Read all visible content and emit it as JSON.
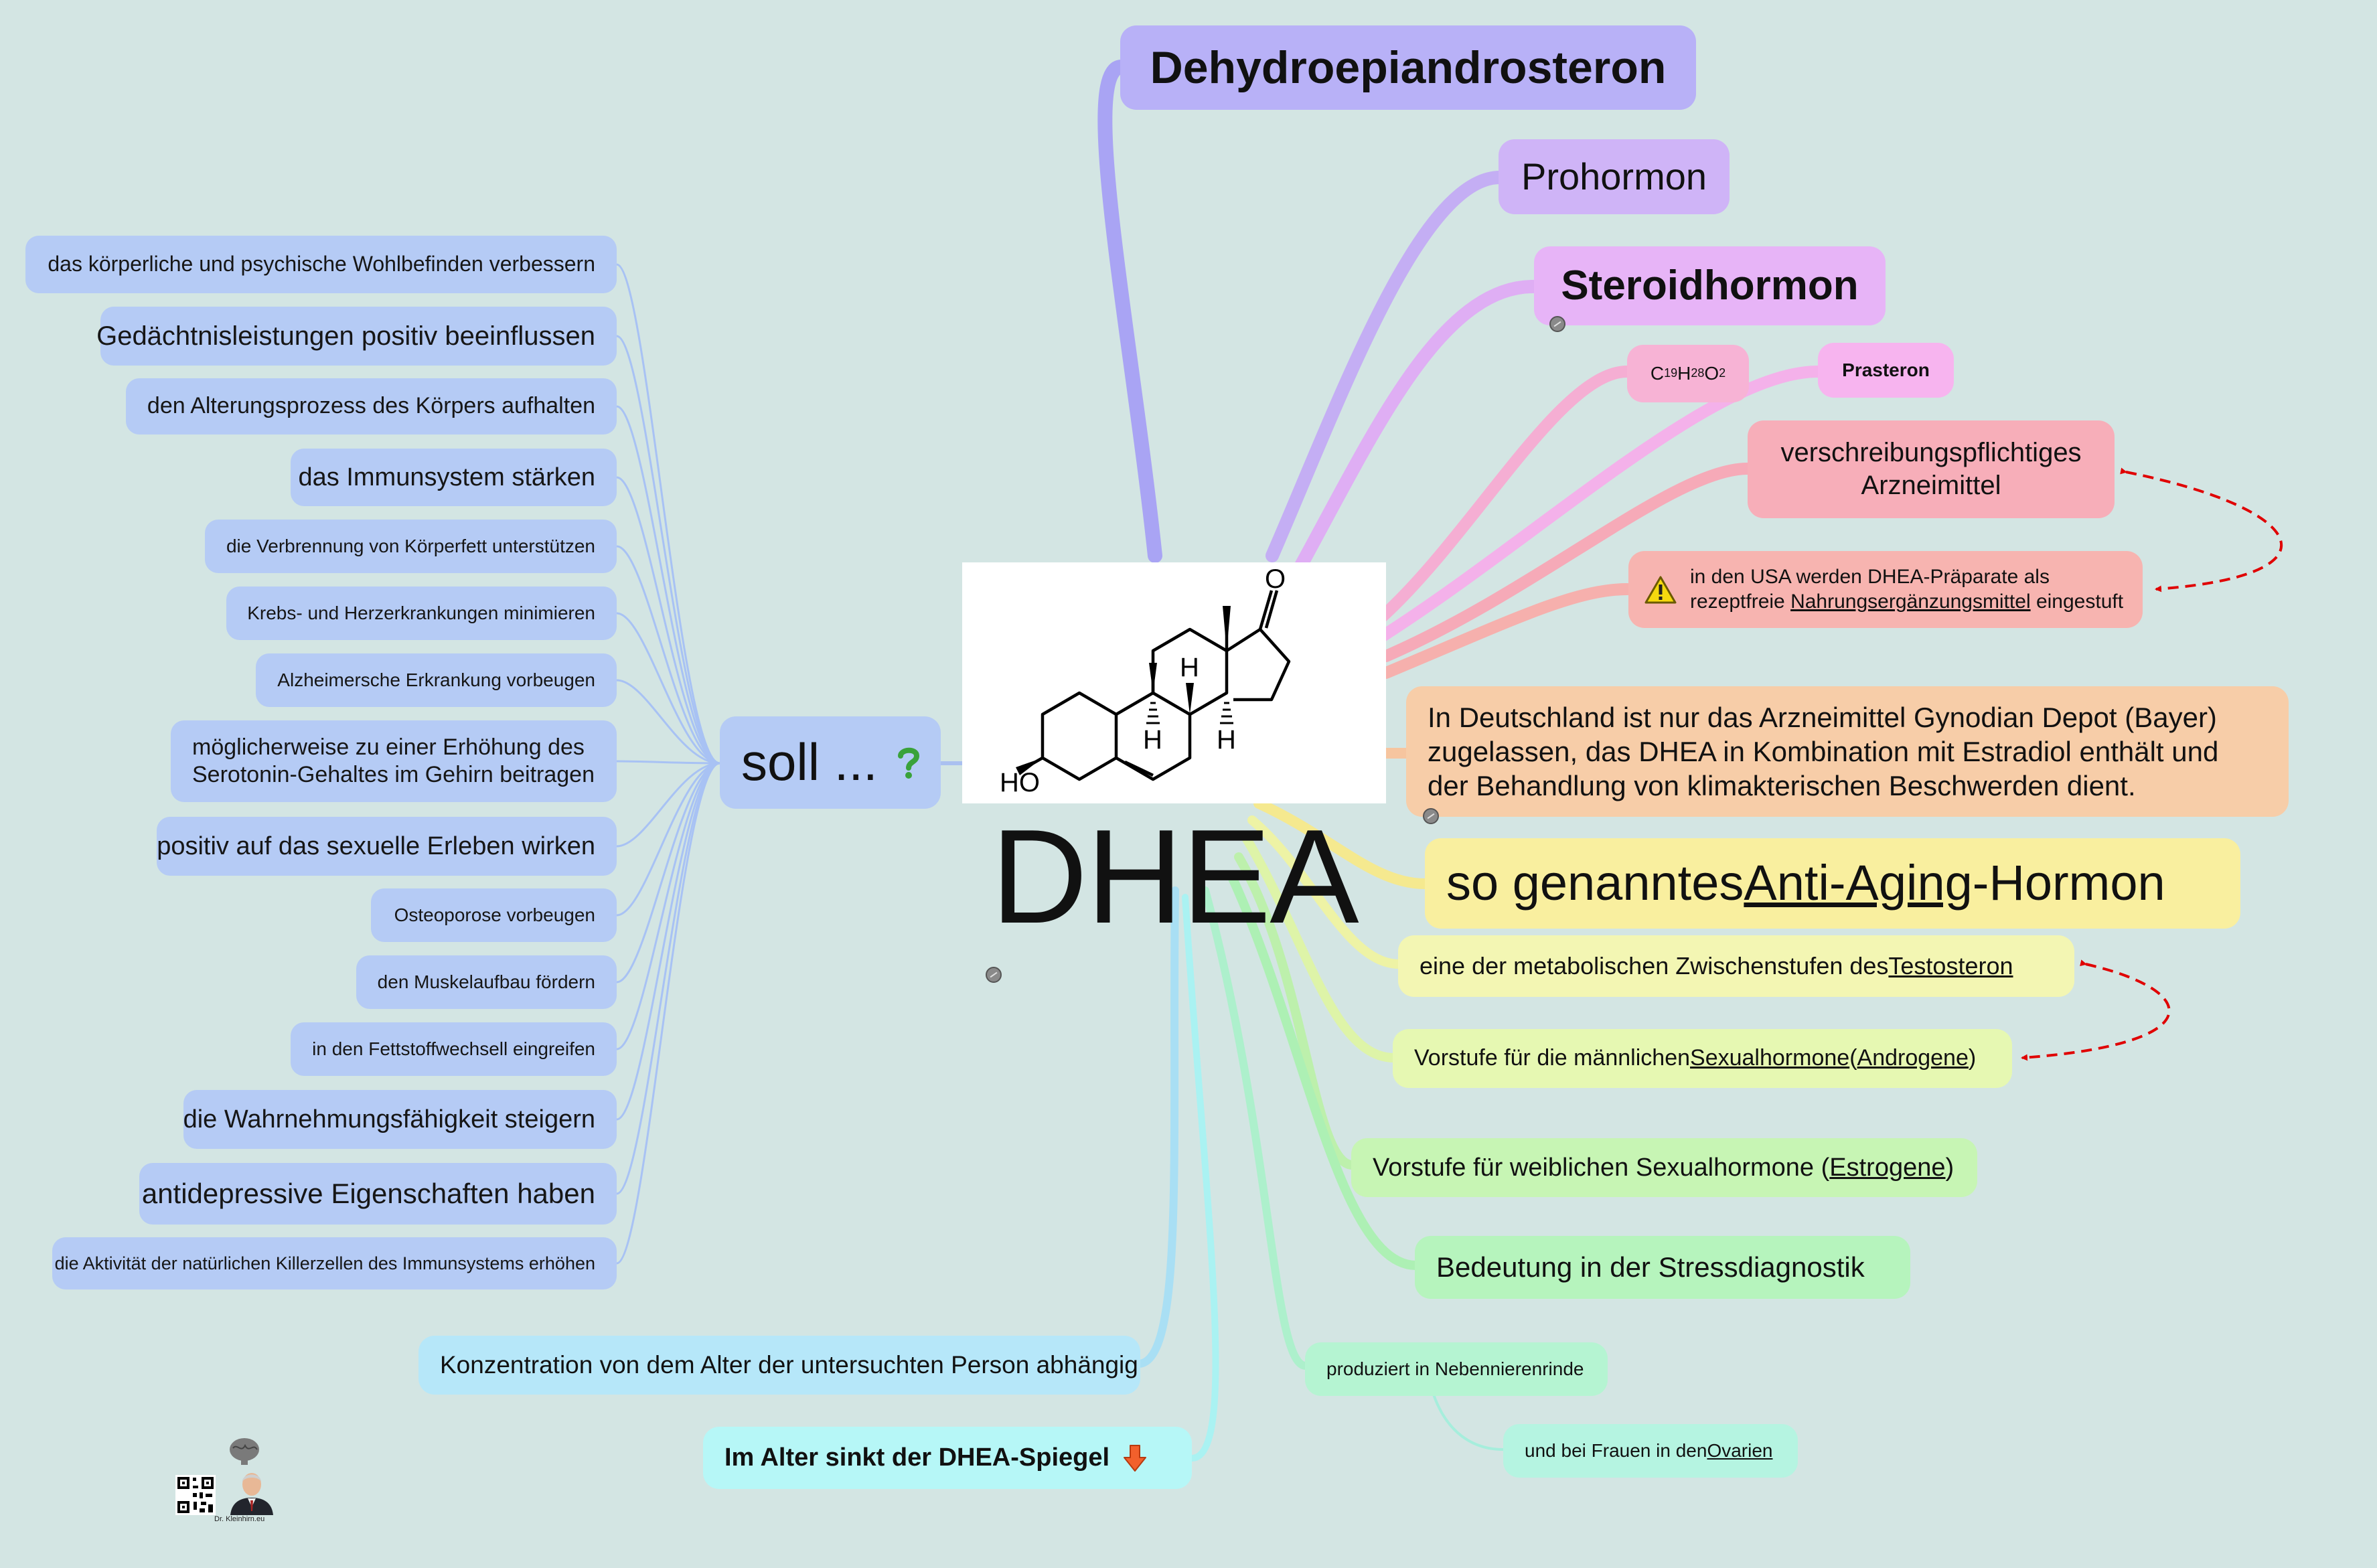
{
  "center": {
    "title": "DHEA"
  },
  "molecule": {
    "ho_label": "HO",
    "o_label": "O",
    "h_label": "H"
  },
  "right": {
    "dehydro": "Dehydroepiandrosteron",
    "prohormon": "Prohormon",
    "steroid": "Steroidhormon",
    "formula_c": "C",
    "formula_c_sub": "19",
    "formula_h": "H",
    "formula_h_sub": "28",
    "formula_o": "O",
    "formula_o_sub": "2",
    "prasteron": "Prasteron",
    "rx_line1": "verschreibungspflichtiges",
    "rx_line2": "Arzneimittel",
    "usa_line1": "in den USA werden DHEA-Präparate als",
    "usa_line2_a": "rezeptfreie ",
    "usa_line2_b": "Nahrungsergänzungsmittel",
    "usa_line2_c": " eingestuft",
    "germany_line1": "In Deutschland ist nur das Arzneimittel Gynodian Depot (Bayer)",
    "germany_line2": "zugelassen, das DHEA in Kombination mit Estradiol enthält und",
    "germany_line3": "der Behandlung von klimakterischen Beschwerden dient.",
    "antiaging_a": "so genanntes ",
    "antiaging_b": "Anti-Aging",
    "antiaging_c": "-Hormon",
    "metabol_a": "eine der metabolischen Zwischenstufen des ",
    "metabol_b": "Testosteron",
    "male_a": "Vorstufe für die männlichen ",
    "male_b": "Sexualhormone",
    "male_c": " (",
    "male_d": "Androgene",
    "male_e": ")",
    "female_a": "Vorstufe für weiblichen Sexualhormone (",
    "female_b": "Estrogene",
    "female_c": ")",
    "stress": "Bedeutung in der Stressdiagnostik",
    "nebenniere": "produziert in Nebennierenrinde",
    "ovarien_a": "und bei Frauen in den ",
    "ovarien_b": "Ovarien"
  },
  "soll": {
    "label": "soll ...",
    "icon": "question-icon"
  },
  "left_items": [
    "das körperliche und psychische Wohlbefinden verbessern",
    "Gedächtnisleistungen positiv beeinflussen",
    "den Alterungsprozess des Körpers aufhalten",
    "das Immunsystem stärken",
    "die Verbrennung von Körperfett unterstützen",
    "Krebs- und Herzerkrankungen minimieren",
    "Alzheimersche Erkrankung vorbeugen",
    "möglicherweise zu einer Erhöhung des",
    "Serotonin-Gehaltes im Gehirn beitragen",
    "positiv auf das sexuelle Erleben wirken",
    "Osteoporose vorbeugen",
    "den Muskelaufbau fördern",
    "in den Fettstoffwechsell eingreifen",
    "die Wahrnehmungsfähigkeit steigern",
    "antidepressive Eigenschaften haben",
    "die Aktivität der natürlichen Killerzellen des Immunsystems erhöhen"
  ],
  "bottom": {
    "konzentration": "Konzentration von dem Alter der untersuchten Person abhängig",
    "sinkt": "Im Alter sinkt der DHEA-Spiegel",
    "sinkt_icon": "arrow-down-icon"
  },
  "logo": {
    "caption": "Dr. Kleinhirn.eu"
  },
  "colors": {
    "background": "#d3e5e3",
    "left_nodes": "#b5cbf5",
    "dehydro": "#b8b1f7",
    "prohormon": "#cfb4f7",
    "steroid": "#e7b4f7",
    "prasteron": "#f7b4ef",
    "formula": "#f7b3d5",
    "rx": "#f7aeb9",
    "usa": "#f7b4b0",
    "germany": "#f7cda8",
    "antiaging": "#f9ef9f",
    "metabol": "#f3f6b3",
    "male": "#e6f8b2",
    "female": "#c7f5b4",
    "stress": "#b6f4bd",
    "nebenniere": "#b5f4d2",
    "ovarien": "#b5f4e1",
    "konzentration": "#b6e7f9",
    "sinkt": "#b6f7f7",
    "dashed_arrows": "#e00000"
  }
}
